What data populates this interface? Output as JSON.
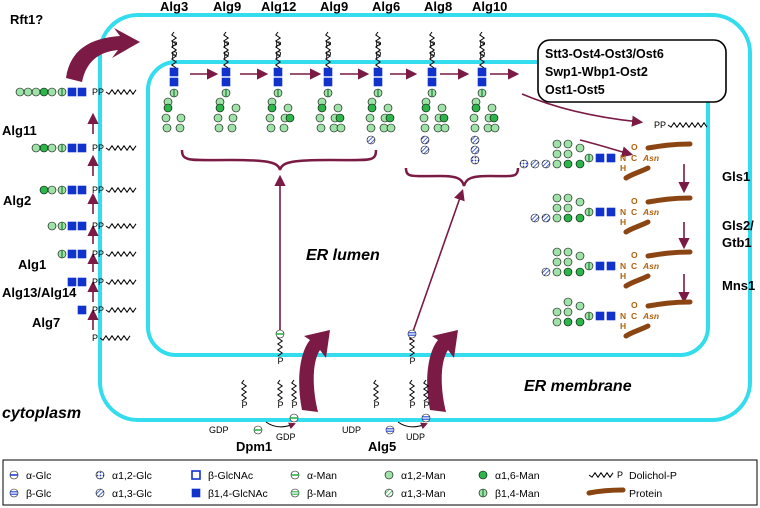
{
  "labels": {
    "rft1": "Rft1?",
    "top_enzymes": [
      "Alg3",
      "Alg9",
      "Alg12",
      "Alg9",
      "Alg6",
      "Alg8",
      "Alg10"
    ],
    "left_enzymes": [
      "Alg11",
      "Alg2",
      "Alg1",
      "Alg13/Alg14",
      "Alg7"
    ],
    "right_enzymes": [
      "Gls1",
      "Gls2/",
      "Gtb1",
      "Mns1"
    ],
    "ost_lines": [
      "Stt3-Ost4-Ost3/Ost6",
      "Swp1-Wbp1-Ost2",
      "Ost1-Ost5"
    ],
    "compartments": {
      "lumen": "ER lumen",
      "membrane": "ER membrane",
      "cytoplasm": "cytoplasm"
    },
    "dpm1": "Dpm1",
    "alg5": "Alg5",
    "gdp": "GDP",
    "udp": "UDP",
    "pp": "PP",
    "p": "P",
    "asn": "Asn",
    "n": "N",
    "c": "C",
    "h": "H",
    "o": "O"
  },
  "legend": [
    {
      "symbol": "glc-a",
      "label": "α-Glc"
    },
    {
      "symbol": "glc-a12",
      "label": "α1,2-Glc"
    },
    {
      "symbol": "glcnac-b",
      "label": "β-GlcNAc"
    },
    {
      "symbol": "man-a",
      "label": "α-Man"
    },
    {
      "symbol": "man-a12",
      "label": "α1,2-Man"
    },
    {
      "symbol": "man-a16",
      "label": "α1,6-Man"
    },
    {
      "symbol": "dolichol",
      "label": "Dolichol-P"
    },
    {
      "symbol": "glc-b",
      "label": "β-Glc"
    },
    {
      "symbol": "glc-a13",
      "label": "α1,3-Glc"
    },
    {
      "symbol": "glcnac-b14",
      "label": "β1,4-GlcNAc"
    },
    {
      "symbol": "man-b",
      "label": "β-Man"
    },
    {
      "symbol": "man-a13",
      "label": "α1,3-Man"
    },
    {
      "symbol": "man-b14",
      "label": "β1,4-Man"
    },
    {
      "symbol": "protein",
      "label": "Protein"
    }
  ],
  "colors": {
    "membrane": "#33ddee",
    "arrow": "#7a1a45",
    "mannose": "#2db44a",
    "glucose": "#2244cc",
    "glcnac": "#1133cc",
    "protein": "#8b4513",
    "asn": "#b0610e"
  }
}
